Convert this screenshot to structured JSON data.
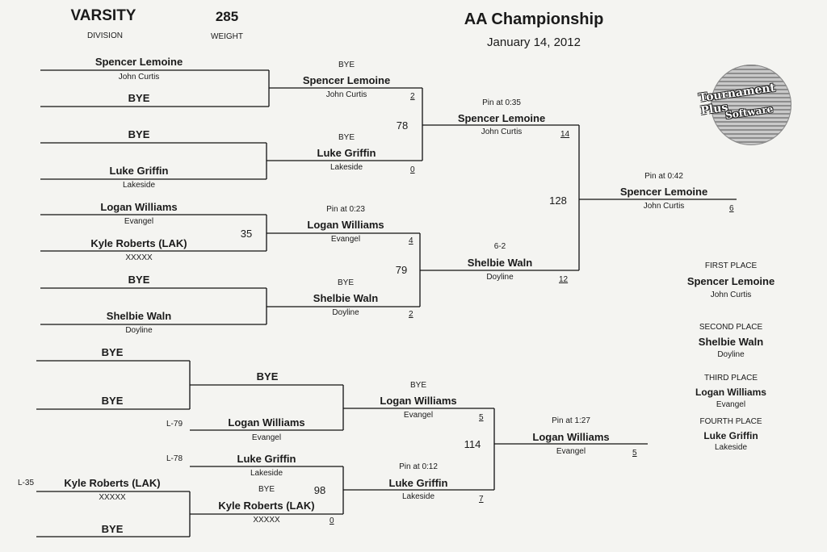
{
  "header": {
    "division_value": "VARSITY",
    "division_label": "DIVISION",
    "weight_value": "285",
    "weight_label": "WEIGHT",
    "title": "AA Championship",
    "date": "January 14, 2012"
  },
  "logo": {
    "line1": "Tournament Plus",
    "line2": "Software"
  },
  "bracket": {
    "r1": [
      {
        "name": "Spencer Lemoine",
        "school": "John Curtis"
      },
      {
        "name": "BYE",
        "school": ""
      },
      {
        "name": "BYE",
        "school": ""
      },
      {
        "name": "Luke Griffin",
        "school": "Lakeside"
      },
      {
        "name": "Logan Williams",
        "school": "Evangel"
      },
      {
        "name": "Kyle Roberts (LAK)",
        "school": "XXXXX"
      },
      {
        "name": "BYE",
        "school": ""
      },
      {
        "name": "Shelbie Waln",
        "school": "Doyline"
      }
    ],
    "bout_35": "35",
    "r2": [
      {
        "result": "BYE",
        "name": "Spencer Lemoine",
        "school": "John Curtis",
        "score": "2"
      },
      {
        "result": "BYE",
        "name": "Luke Griffin",
        "school": "Lakeside",
        "score": "0"
      },
      {
        "result": "Pin at 0:23",
        "name": "Logan Williams",
        "school": "Evangel",
        "score": "4"
      },
      {
        "result": "BYE",
        "name": "Shelbie Waln",
        "school": "Doyline",
        "score": "2"
      }
    ],
    "bout_78": "78",
    "bout_79": "79",
    "r3": [
      {
        "result": "Pin at 0:35",
        "name": "Spencer Lemoine",
        "school": "John Curtis",
        "score": "14"
      },
      {
        "result": "6-2",
        "name": "Shelbie Waln",
        "school": "Doyline",
        "score": "12"
      }
    ],
    "bout_128": "128",
    "final": {
      "result": "Pin at 0:42",
      "name": "Spencer Lemoine",
      "school": "John Curtis",
      "score": "6"
    }
  },
  "consolation": {
    "byes": [
      "BYE",
      "BYE"
    ],
    "bye_winner": "BYE",
    "l79": "L-79",
    "l78": "L-78",
    "l35": "L-35",
    "cr2_a": {
      "name": "Logan Williams",
      "school": "Evangel"
    },
    "cr2_b": {
      "name": "Luke Griffin",
      "school": "Lakeside"
    },
    "cr1": [
      {
        "name": "Kyle Roberts (LAK)",
        "school": "XXXXX"
      },
      {
        "name": "BYE",
        "school": ""
      }
    ],
    "bout_98": "98",
    "cr1_win": {
      "result": "BYE",
      "name": "Kyle Roberts (LAK)",
      "school": "XXXXX",
      "score": "0"
    },
    "cr3_a": {
      "result": "BYE",
      "name": "Logan Williams",
      "school": "Evangel",
      "score": "5"
    },
    "cr3_b": {
      "result": "Pin at 0:12",
      "name": "Luke Griffin",
      "school": "Lakeside",
      "score": "7"
    },
    "bout_114": "114",
    "cfinal": {
      "result": "Pin at 1:27",
      "name": "Logan Williams",
      "school": "Evangel",
      "score": "5"
    }
  },
  "placings": [
    {
      "label": "FIRST PLACE",
      "name": "Spencer Lemoine",
      "school": "John Curtis"
    },
    {
      "label": "SECOND PLACE",
      "name": "Shelbie Waln",
      "school": "Doyline"
    },
    {
      "label": "THIRD PLACE",
      "name": "Logan Williams",
      "school": "Evangel"
    },
    {
      "label": "FOURTH PLACE",
      "name": "Luke Griffin",
      "school": "Lakeside"
    }
  ]
}
